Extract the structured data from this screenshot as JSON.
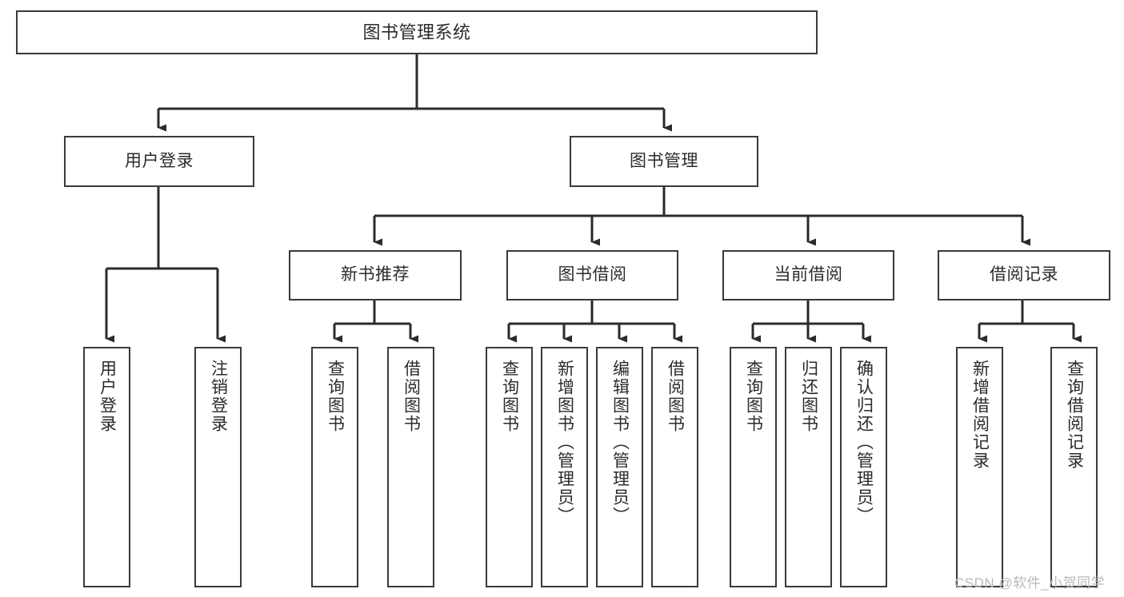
{
  "diagram": {
    "title": "图书管理系统",
    "type": "tree-hierarchy-chart",
    "watermark": "CSDN @软件_小贺同学",
    "colors": {
      "box_border": "#3a3a3a",
      "box_fill": "#ffffff",
      "text": "#2b2b2b",
      "edge": "#2b2b2b",
      "background": "#ffffff",
      "watermark": "#b9b9b9"
    },
    "nodes": {
      "root": {
        "label": "图书管理系统"
      },
      "level2": [
        {
          "id": "user-login",
          "label": "用户登录"
        },
        {
          "id": "book-manage",
          "label": "图书管理"
        }
      ],
      "level3": [
        {
          "id": "new-book-recommend",
          "label": "新书推荐"
        },
        {
          "id": "book-borrow",
          "label": "图书借阅"
        },
        {
          "id": "current-borrow",
          "label": "当前借阅"
        },
        {
          "id": "borrow-record",
          "label": "借阅记录"
        }
      ],
      "leaves": {
        "user_login": [
          {
            "id": "leaf-user-login",
            "label": "用户登录"
          },
          {
            "id": "leaf-logout-login",
            "label": "注销登录"
          }
        ],
        "new_book_recommend": [
          {
            "id": "leaf-query-book-1",
            "label": "查询图书"
          },
          {
            "id": "leaf-borrow-book-1",
            "label": "借阅图书"
          }
        ],
        "book_borrow": [
          {
            "id": "leaf-query-book-2",
            "label": "查询图书"
          },
          {
            "id": "leaf-add-book",
            "label": "新增图书（管理员）"
          },
          {
            "id": "leaf-edit-book",
            "label": "编辑图书（管理员）"
          },
          {
            "id": "leaf-borrow-book-2",
            "label": "借阅图书"
          }
        ],
        "current_borrow": [
          {
            "id": "leaf-query-book-3",
            "label": "查询图书"
          },
          {
            "id": "leaf-return-book",
            "label": "归还图书"
          },
          {
            "id": "leaf-confirm-return",
            "label": "确认归还（管理员）"
          }
        ],
        "borrow_record": [
          {
            "id": "leaf-add-record",
            "label": "新增借阅记录"
          },
          {
            "id": "leaf-query-record",
            "label": "查询借阅记录"
          }
        ]
      }
    }
  }
}
